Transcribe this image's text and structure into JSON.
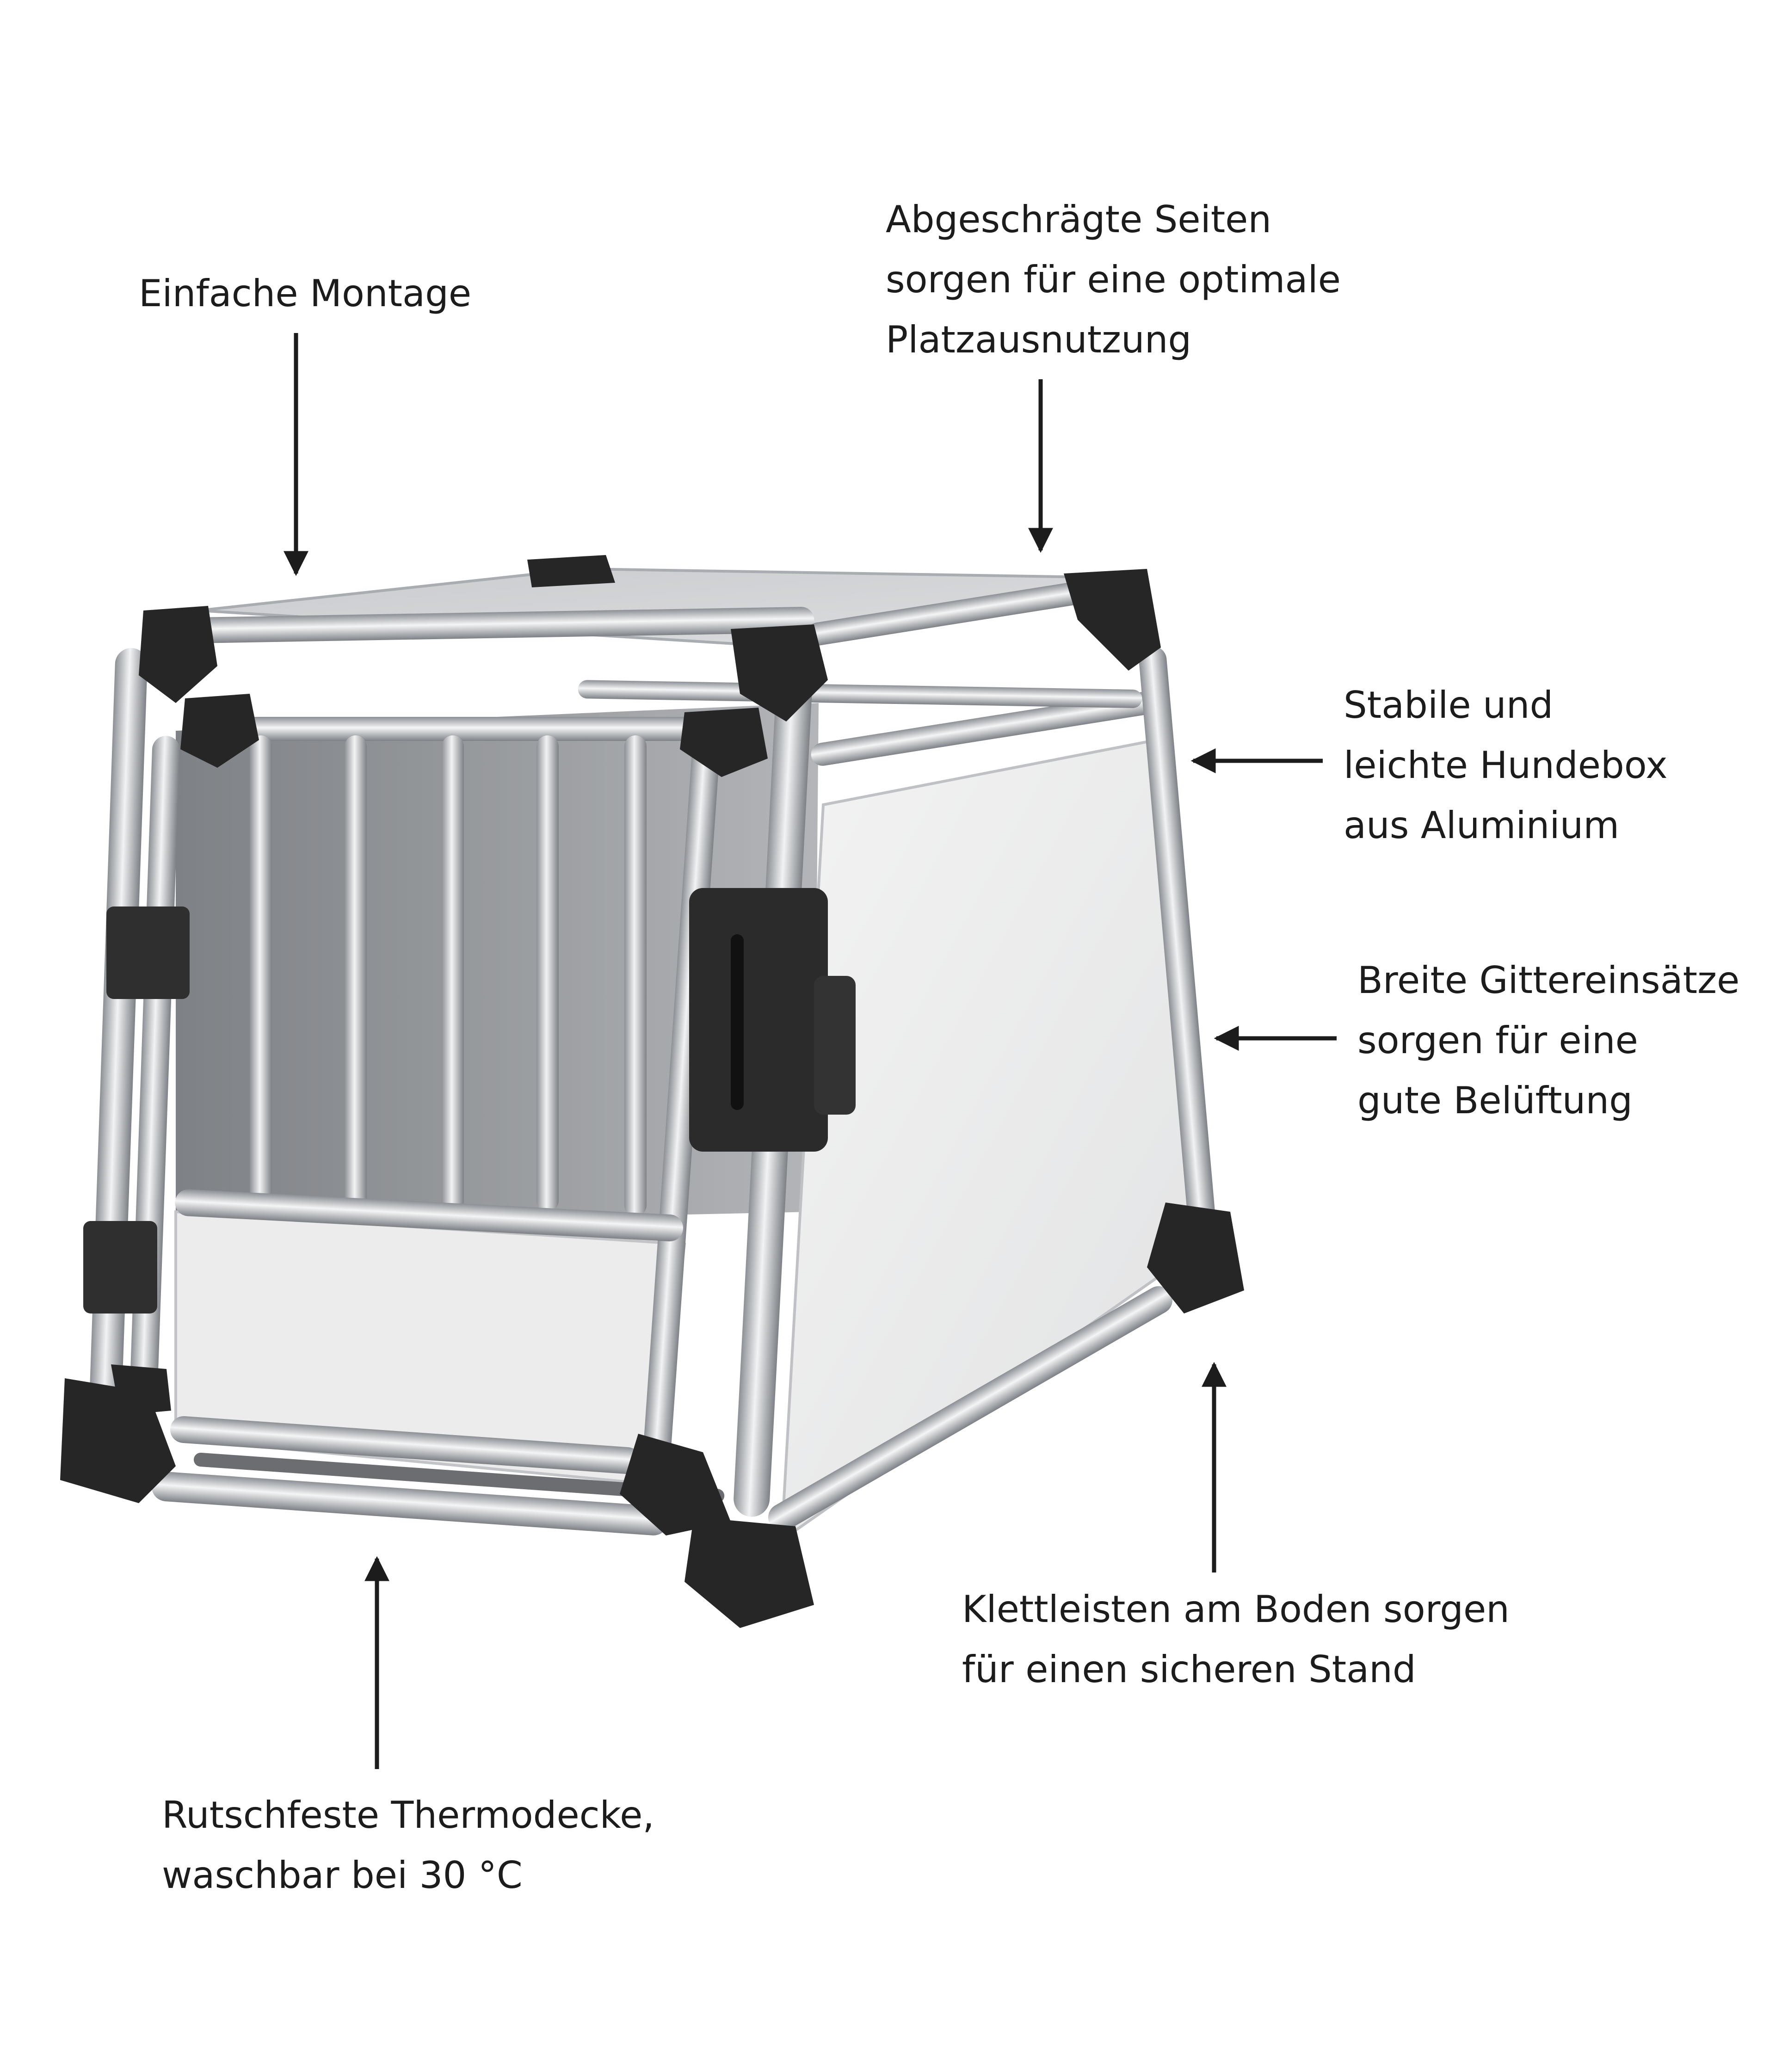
{
  "annotations": {
    "mounting": {
      "lines": [
        "Einfache Montage"
      ]
    },
    "sides": {
      "lines": [
        "Abgeschrägte Seiten",
        "sorgen für eine optimale",
        "Platzausnutzung"
      ]
    },
    "material": {
      "lines": [
        "Stabile und",
        "leichte Hundebox",
        "aus Aluminium"
      ]
    },
    "grid": {
      "lines": [
        "Breite Gittereinsätze",
        "sorgen für eine",
        "gute Belüftung"
      ]
    },
    "velcro": {
      "lines": [
        "Klettleisten am Boden sorgen",
        "für einen sicheren Stand"
      ]
    },
    "blanket": {
      "lines": [
        "Rutschfeste Thermodecke,",
        "waschbar bei 30 °C"
      ]
    }
  },
  "colors": {
    "text": "#1c1c1c",
    "frame": "#2a2a2a",
    "tube": "#c9ccd0",
    "panel": "#e9eaeb",
    "interior": "#8f9296"
  }
}
